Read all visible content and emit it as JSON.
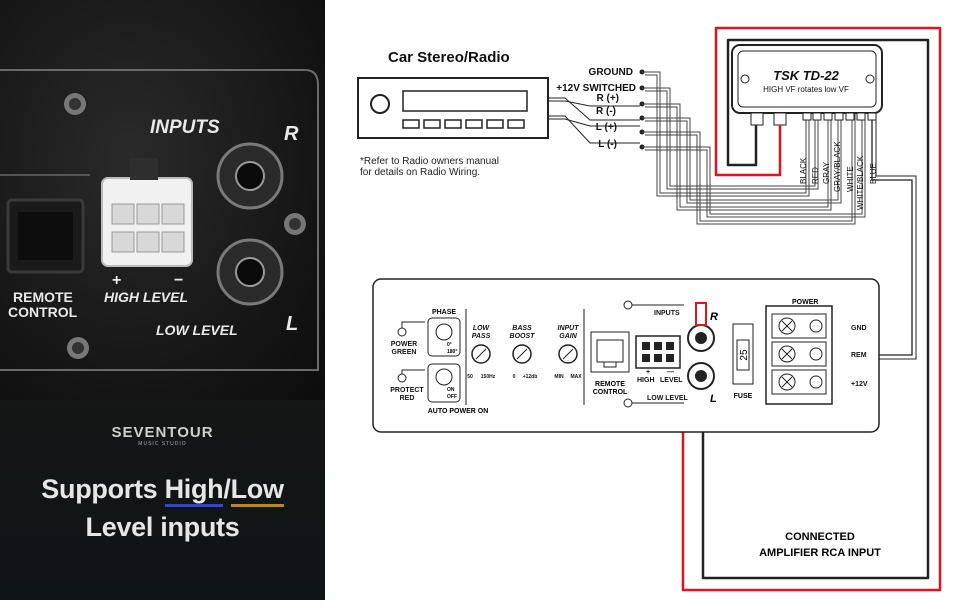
{
  "left": {
    "device": {
      "inputs_label": "INPUTS",
      "r_label": "R",
      "l_label": "L",
      "remote_control_line1": "REMOTE",
      "remote_control_line2": "CONTROL",
      "plus": "+",
      "minus": "−",
      "high_level": "HIGH LEVEL",
      "low_level": "LOW LEVEL"
    },
    "brand": "SEVENTOUR",
    "brand_tagline": "MUSIC STUDIO",
    "slogan_line1_prefix": "Supports ",
    "slogan_high": "High",
    "slogan_sep": "/",
    "slogan_low": "Low",
    "slogan_line2": "Level inputs"
  },
  "stereo": {
    "title": "Car Stereo/Radio",
    "note_line1": "*Refer to Radio owners manual",
    "note_line2": "for details on Radio Wiring.",
    "outputs": [
      "GROUND",
      "+12V SWITCHED",
      "R (+)",
      "R (-)",
      "L (+)",
      "L (-)"
    ]
  },
  "converter": {
    "model": "TSK TD-22",
    "subtitle": "HIGH VF rotates low VF",
    "wires": [
      "BLACK",
      "RED",
      "GRAY",
      "GRAY/BLACK",
      "WHITE",
      "WHITE/BLACK",
      "BLUE"
    ]
  },
  "amp": {
    "phase": "PHASE",
    "phase_0": "0°",
    "phase_180": "180°",
    "power_green_1": "POWER",
    "power_green_2": "GREEN",
    "protect_red_1": "PROTECT",
    "protect_red_2": "RED",
    "on": "ON",
    "off": "OFF",
    "auto_power_on": "AUTO POWER ON",
    "low_pass_1": "LOW",
    "low_pass_2": "PASS",
    "low_pass_min": "50",
    "low_pass_max": "150Hz",
    "bass_boost_1": "BASS",
    "bass_boost_2": "BOOST",
    "bass_min": "0",
    "bass_max": "+12db",
    "input_gain_1": "INPUT",
    "input_gain_2": "GAIN",
    "gain_min": "MIN",
    "gain_max": "MAX",
    "remote_1": "REMOTE",
    "remote_2": "CONTROL",
    "inputs": "INPUTS",
    "high": "HIGH",
    "level": "LEVEL",
    "plus": "+",
    "minus": "—",
    "low_level": "LOW LEVEL",
    "r": "R",
    "l": "L",
    "fuse_value": "25",
    "fuse": "FUSE",
    "power": "POWER",
    "gnd": "GND",
    "rem": "REM",
    "v12": "+12V"
  },
  "connected_line1": "CONNECTED",
  "connected_line2": "AMPLIFIER RCA INPUT",
  "colors": {
    "red_wire": "#e0141e",
    "wire": "#222222",
    "slogan_blue_underline": "#2f4db5",
    "slogan_gold_underline": "#b8862b"
  }
}
